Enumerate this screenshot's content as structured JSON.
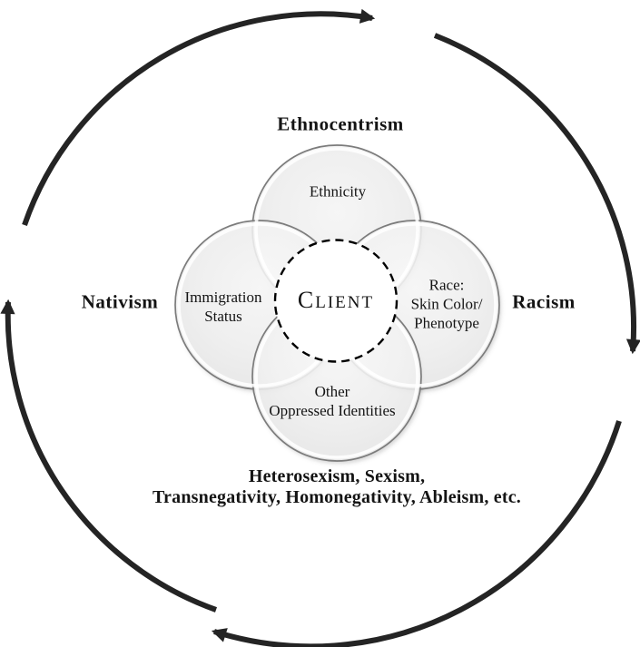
{
  "diagram": {
    "client": {
      "label_initial": "C",
      "label_rest": "LIENT"
    },
    "petals": {
      "top": {
        "outer_label": "Ethnocentrism",
        "inner_lines": [
          "Ethnicity"
        ]
      },
      "left": {
        "outer_label": "Nativism",
        "inner_lines": [
          "Immigration",
          "Status"
        ]
      },
      "right": {
        "outer_label": "Racism",
        "inner_lines": [
          "Race:",
          "Skin Color/",
          "Phenotype"
        ]
      },
      "bottom": {
        "inner_lines": [
          "Other",
          "Oppressed Identities"
        ],
        "outer_label_lines": [
          "Heterosexism, Sexism,",
          "Transnegativity, Homonegativity, Ableism, etc."
        ]
      }
    },
    "cycle_arrows": {
      "direction": "clockwise",
      "segment_count": 4
    },
    "colors": {
      "background": "#ffffff",
      "text": "#141414",
      "petal_fill": "#f2f2f2",
      "petal_border": "#7c7c7c",
      "overlap_fill": "#e3e3e3",
      "arrow": "#242424",
      "client_fill": "#ffffff",
      "client_border": "#000000"
    }
  }
}
